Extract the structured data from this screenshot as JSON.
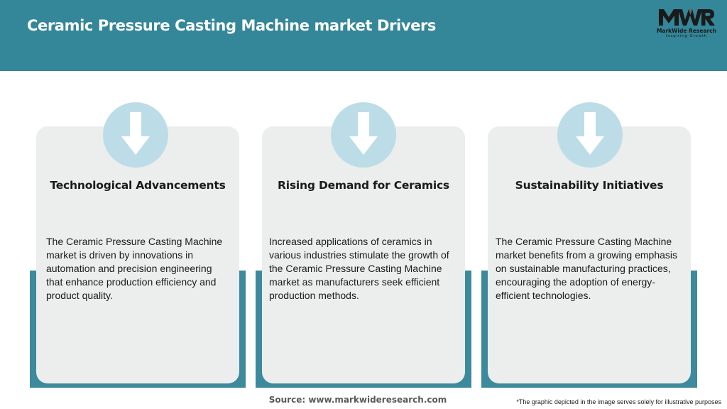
{
  "header": {
    "title": "Ceramic Pressure Casting Machine market Drivers"
  },
  "logo": {
    "mark": "MWR",
    "name": "MarkWide Research",
    "tagline": "Inspiring Growth"
  },
  "cards": [
    {
      "icon": "arrow-down-icon",
      "title": "Technological Advancements",
      "text": "The Ceramic Pressure Casting Machine market is driven by innovations in automation and precision engineering that enhance production efficiency and product quality."
    },
    {
      "icon": "arrow-down-icon",
      "title": "Rising Demand for Ceramics",
      "text": "Increased applications of ceramics in various industries stimulate the growth of the Ceramic Pressure Casting Machine market as manufacturers seek efficient production methods."
    },
    {
      "icon": "arrow-down-icon",
      "title": "Sustainability Initiatives",
      "text": "The Ceramic Pressure Casting Machine market benefits from a growing emphasis on sustainable manufacturing practices, encouraging the adoption of energy-efficient technologies."
    }
  ],
  "footer": {
    "source": "Source: www.markwideresearch.com",
    "disclaimer": "*The graphic depicted in the image serves solely for illustrative purposes"
  },
  "colors": {
    "header": "#348699",
    "card_base": "#3c8a9b",
    "card": "#eceded",
    "icon_circle": "#bcdde7"
  }
}
